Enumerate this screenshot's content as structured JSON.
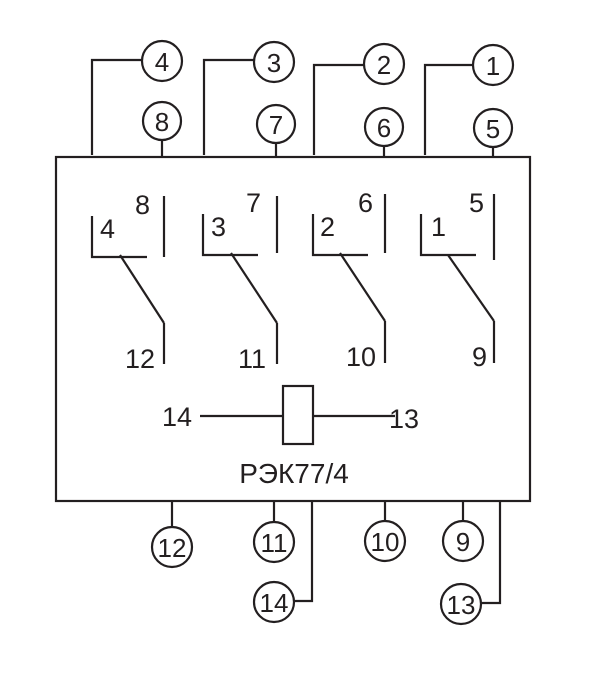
{
  "diagram": {
    "model_label": "РЭК77/4",
    "coil": {
      "left_label": "14",
      "right_label": "13"
    },
    "top_outer_pins": [
      "4",
      "3",
      "2",
      "1"
    ],
    "top_inner_pins": [
      "8",
      "7",
      "6",
      "5"
    ],
    "bottom_pins": [
      "12",
      "11",
      "14",
      "10",
      "9",
      "13"
    ],
    "contact_groups": [
      {
        "common": "4",
        "no": "8",
        "nc": "12"
      },
      {
        "common": "3",
        "no": "7",
        "nc": "11"
      },
      {
        "common": "2",
        "no": "6",
        "nc": "10"
      },
      {
        "common": "1",
        "no": "5",
        "nc": "9"
      }
    ]
  }
}
